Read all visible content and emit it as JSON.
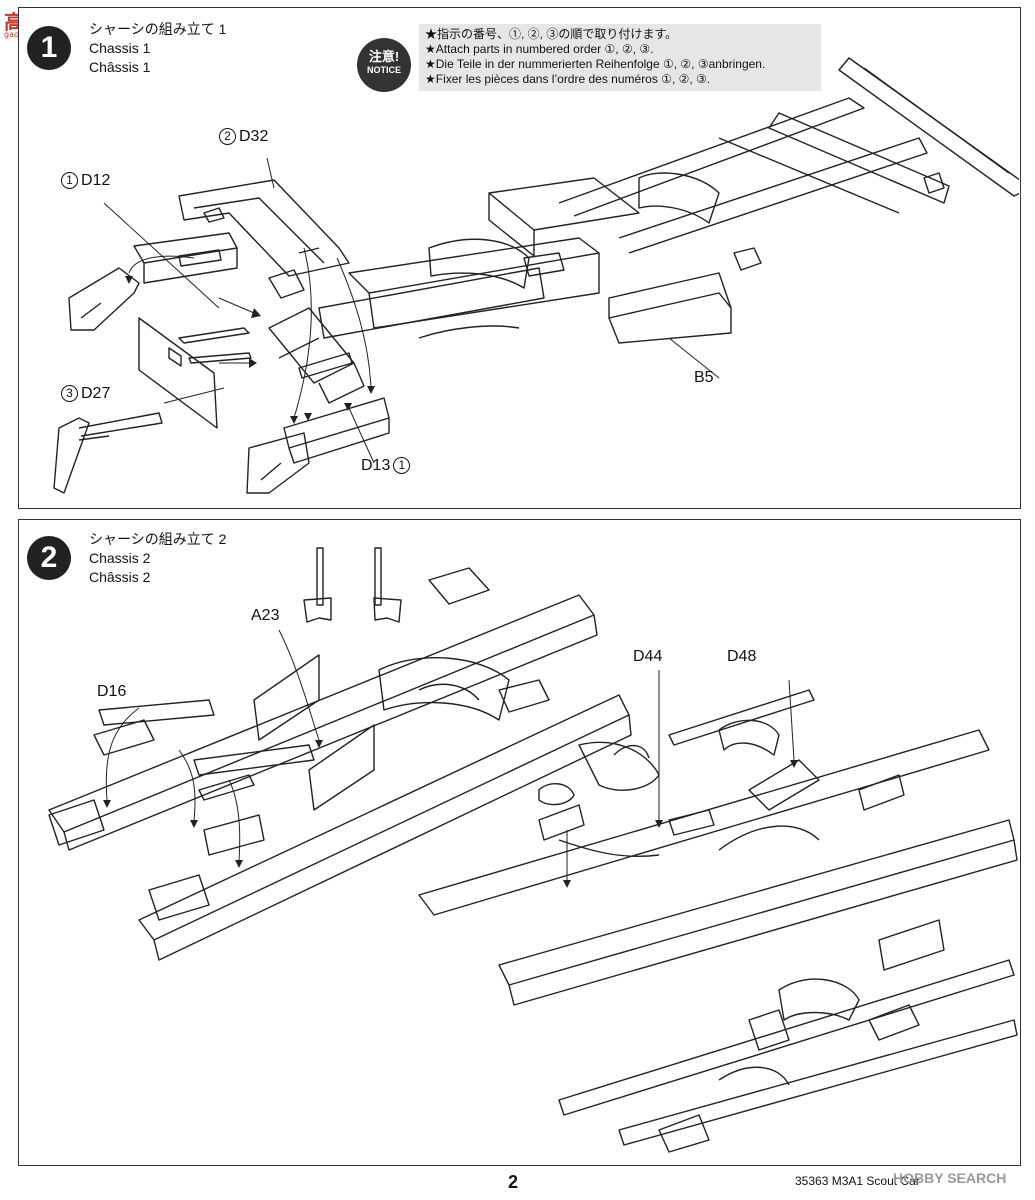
{
  "watermark": {
    "text": "高手团",
    "url": "gao-shou.com"
  },
  "step1": {
    "number": "1",
    "title_jp": "シャーシの組み立て 1",
    "title_en": "Chassis 1",
    "title_fr": "Châssis 1",
    "notice": {
      "badge_jp": "注意!",
      "badge_en": "NOTICE",
      "lines": [
        "★指示の番号、①, ②, ③の順で取り付けます。",
        "★Attach parts in numbered order ①, ②, ③.",
        "★Die Teile in der nummerierten Reihenfolge ①, ②, ③anbringen.",
        "★Fixer les pièces dans l’ordre des numéros ①, ②, ③."
      ]
    },
    "parts": {
      "d32": {
        "order": "2",
        "name": "D32"
      },
      "d12": {
        "order": "1",
        "name": "D12"
      },
      "d27": {
        "order": "3",
        "name": "D27"
      },
      "d13": {
        "order": "1",
        "name": "D13"
      },
      "b5": {
        "name": "B5"
      }
    }
  },
  "step2": {
    "number": "2",
    "title_jp": "シャーシの組み立て 2",
    "title_en": "Chassis 2",
    "title_fr": "Châssis 2",
    "parts": [
      "A23",
      "D16",
      "D44",
      "D48"
    ]
  },
  "footer": {
    "page_number": "2",
    "code": "35363  M3A1 Scout Car",
    "brand": "HOBBY SEARCH"
  }
}
